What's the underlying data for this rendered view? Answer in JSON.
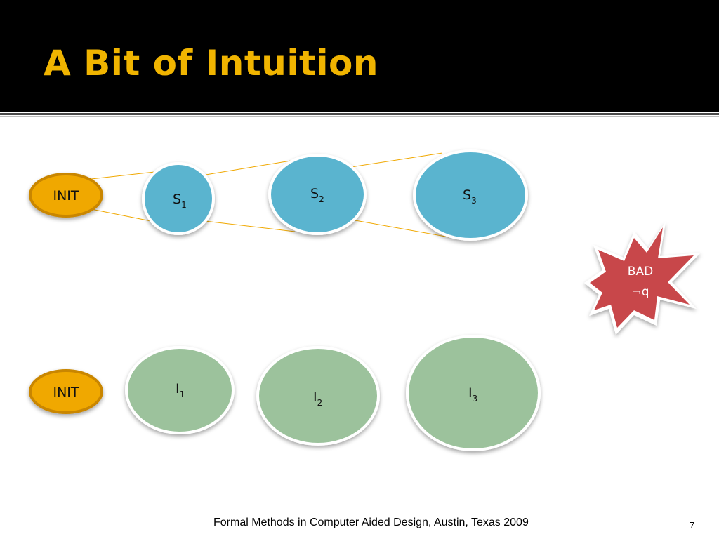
{
  "slide": {
    "title": "A Bit of Intuition",
    "footer": "Formal Methods in Computer Aided Design, Austin, Texas 2009",
    "page_number": "7"
  },
  "diagram": {
    "top_row": {
      "init_label": "INIT",
      "states": [
        {
          "base": "S",
          "sub": "1"
        },
        {
          "base": "S",
          "sub": "2"
        },
        {
          "base": "S",
          "sub": "3"
        }
      ]
    },
    "bad": {
      "line1": "BAD",
      "line2": "¬q"
    },
    "bottom_row": {
      "init_label": "INIT",
      "invariants": [
        {
          "base": "I",
          "sub": "1"
        },
        {
          "base": "I",
          "sub": "2"
        },
        {
          "base": "I",
          "sub": "3"
        }
      ]
    },
    "colors": {
      "title": "#f0b400",
      "init_fill": "#f0a800",
      "state_fill": "#5ab4cf",
      "invariant_fill": "#9cc29c",
      "bad_fill": "#c8474a",
      "connector": "#f0a800"
    }
  }
}
